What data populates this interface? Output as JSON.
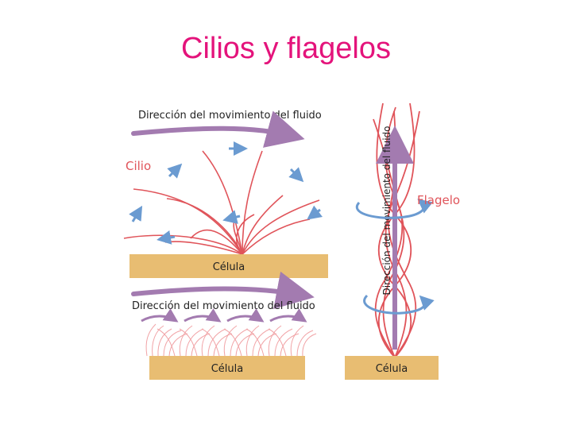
{
  "slide": {
    "title": "Cilios y flagelos"
  },
  "top_panel": {
    "flow_label": "Dirección del movimiento del fluido",
    "structure_label": "Cilio",
    "cell_label": "Célula"
  },
  "bottom_panel": {
    "flow_label": "Dirección del movimiento del fluido",
    "cell_label": "Célula"
  },
  "right_panel": {
    "flow_label": "Dirección del movimiento del fluido",
    "structure_label": "Flagelo",
    "cell_label": "Célula"
  },
  "colors": {
    "title": "#e4137b",
    "cilium": "#e0545a",
    "flow_arrow": "#a37bb0",
    "motion_arrow": "#6b9bd1",
    "cell": "#e8bd72"
  }
}
